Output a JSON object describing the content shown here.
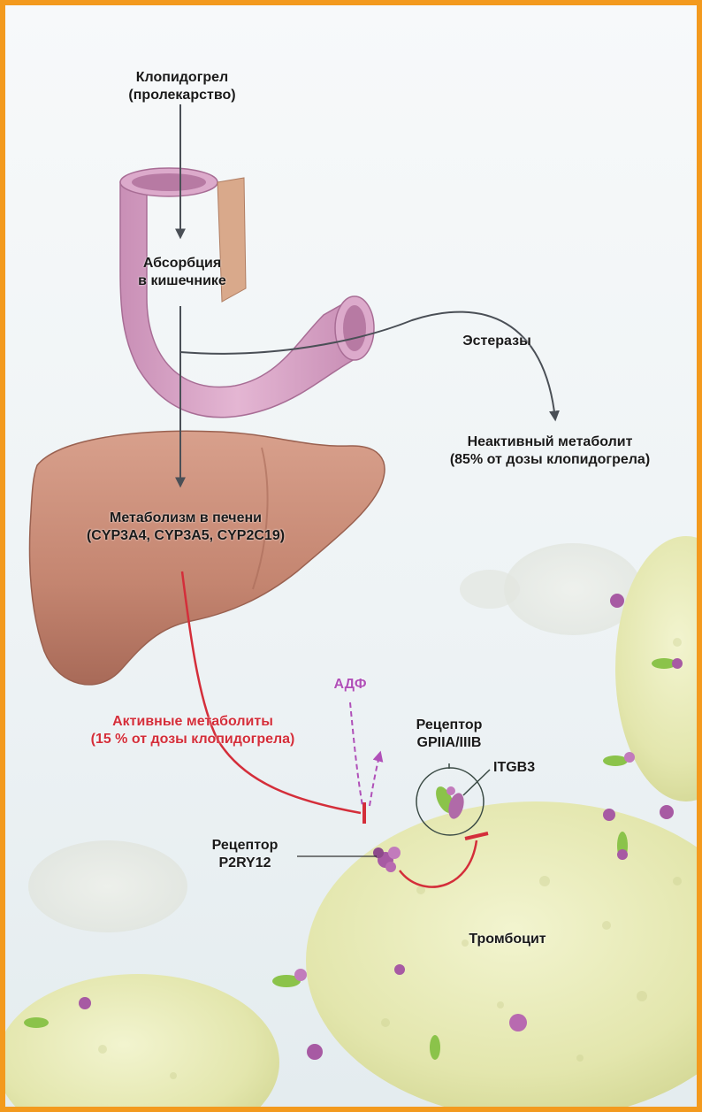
{
  "labels": {
    "clopidogrel": [
      "Клопидогрел",
      "(пролекарство)"
    ],
    "absorption": [
      "Абсорбция",
      "в кишечнике"
    ],
    "esterases": "Эстеразы",
    "inactive": [
      "Неактивный метаболит",
      "(85% от дозы клопидогрела)"
    ],
    "liver_metabolism": [
      "Метаболизм в печени",
      "(CYP3A4, CYP3A5, CYP2C19)"
    ],
    "adp": "АДФ",
    "active": [
      "Активные метаболиты",
      "(15 % от дозы клопидогрела)"
    ],
    "receptor_gp": [
      "Рецептор",
      "GPIIA/IIIB"
    ],
    "itgb3": "ITGB3",
    "receptor_p2": [
      "Рецептор",
      "P2RY12"
    ],
    "platelet": "Тромбоцит"
  },
  "colors": {
    "frame": "#f39a1e",
    "active_red": "#d42e3a",
    "adp_purple": "#b050b8",
    "text": "#1a1a1a",
    "platelet_fill": "#e4e7b0",
    "liver": "#c48570",
    "intestine": "#dcaacb"
  }
}
